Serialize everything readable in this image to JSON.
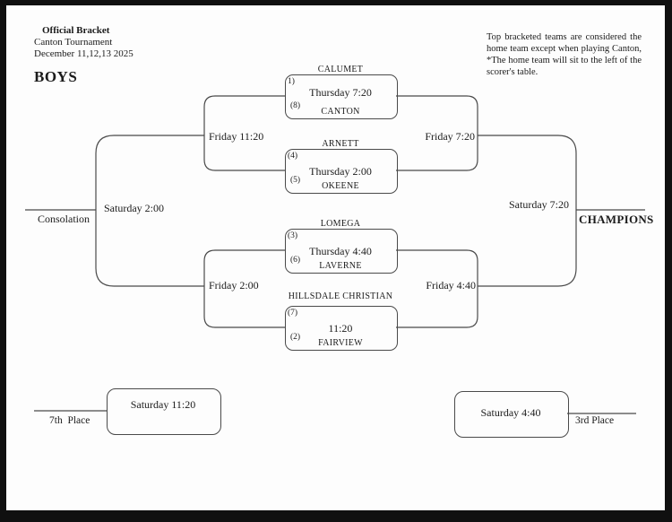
{
  "header": {
    "title": "Official Bracket",
    "subtitle": "Canton Tournament",
    "dates": "December 11,12,13 2025",
    "division": "BOYS"
  },
  "note": "Top bracketed teams are considered the home team except when playing Canton, *The home team will sit to the left of the scorer's table.",
  "games": {
    "game1": {
      "seed_top": "1)",
      "team_top": "CALUMET",
      "time": "Thursday 7:20",
      "seed_bottom": "(8)",
      "team_bottom": "CANTON"
    },
    "game2": {
      "seed_top": "(4)",
      "team_top": "ARNETT",
      "time": "Thursday 2:00",
      "seed_bottom": "(5)",
      "team_bottom": "OKEENE"
    },
    "game3": {
      "seed_top": "(3)",
      "team_top": "LOMEGA",
      "time": "Thursday 4:40",
      "seed_bottom": "(6)",
      "team_bottom": "LAVERNE"
    },
    "game4": {
      "seed_top": "(7)",
      "team_top": "HILLSDALE CHRISTIAN",
      "time": "11:20",
      "seed_bottom": "(2)",
      "team_bottom": "FAIRVIEW"
    }
  },
  "rounds": {
    "semi_left_top": "Friday 11:20",
    "semi_right_top": "Friday 7:20",
    "semi_left_bottom": "Friday 2:00",
    "semi_right_bottom": "Friday 4:40",
    "consolation_final": "Saturday 2:00",
    "championship": "Saturday 7:20",
    "seventh_place_game": "Saturday 11:20",
    "third_place_game": "Saturday 4:40"
  },
  "labels": {
    "consolation": "Consolation",
    "champions": "CHAMPIONS",
    "seventh_place": "7th  Place",
    "third_place": "3rd Place"
  },
  "colors": {
    "line": "#4a4a4a",
    "text": "#1b1b1b",
    "page": "#fdfdfd",
    "frame": "#101010"
  }
}
